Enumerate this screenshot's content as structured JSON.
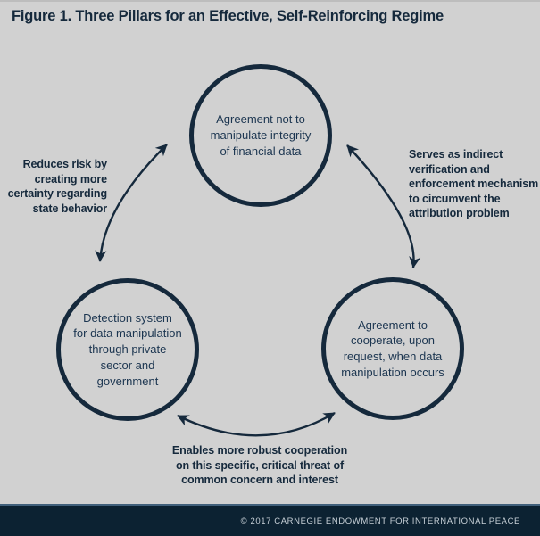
{
  "title": "Figure 1. Three Pillars for an Effective, Self-Reinforcing Regime",
  "diagram": {
    "nodes": {
      "top": {
        "label": "Agreement not to\nmanipulate integrity\nof financial data"
      },
      "bottom_left": {
        "label": "Detection system\nfor data manipulation\nthrough private\nsector and\ngovernment"
      },
      "bottom_right": {
        "label": "Agreement to\ncooperate, upon\nrequest, when data\nmanipulation occurs"
      }
    },
    "edge_labels": {
      "left": "Reduces risk by\ncreating more\ncertainty regarding\nstate behavior",
      "right": "Serves as indirect\nverification and\nenforcement mechanism\nto circumvent the\nattribution problem",
      "bottom": "Enables more robust cooperation\non this specific, critical threat of\ncommon concern and interest"
    },
    "arrow_style": "curved double-headed"
  },
  "footer": {
    "text": "© 2017 CARNEGIE ENDOWMENT FOR INTERNATIONAL PEACE"
  },
  "colors": {
    "navy": "#15293c",
    "background": "#d1d1d1",
    "footer_background": "#0c2232",
    "footer_border": "#41607b",
    "footer_text": "#c7d0d7"
  }
}
